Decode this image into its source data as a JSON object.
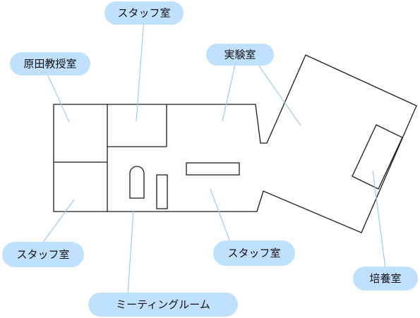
{
  "colors": {
    "label_fill": "#bfe0ff",
    "leader_line": "#9fc8ee",
    "walls": "#1a1a1a",
    "background": "#ffffff"
  },
  "labels": {
    "staff_room_top": "スタッフ室",
    "harada_professor_room": "原田教授室",
    "lab": "実験室",
    "staff_room_left": "スタッフ室",
    "staff_room_center": "スタッフ室",
    "culture_room": "培養室",
    "meeting_room": "ミーティングルーム"
  }
}
